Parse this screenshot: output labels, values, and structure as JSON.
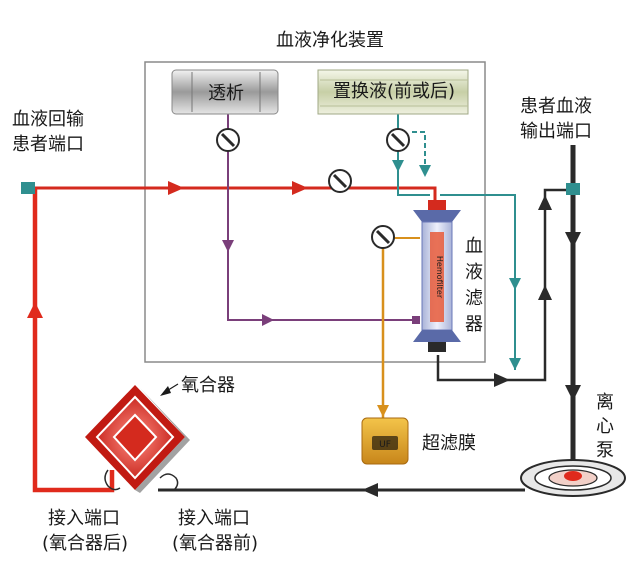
{
  "title": "血液净化装置",
  "labels": {
    "dialysis": "透析",
    "replacement_fluid": "置换液(前或后)",
    "return_port_line1": "血液回输",
    "return_port_line2": "患者端口",
    "output_port_line1": "患者血液",
    "output_port_line2": "输出端口",
    "hemofilter_chars": [
      "血",
      "液",
      "滤",
      "器"
    ],
    "hemofilter_device_text": "Hemofilter",
    "oxygenator": "氧合器",
    "ultrafiltrate_bag_text": "UF",
    "ultrafiltrate": "超滤膜",
    "centrifugal_pump_chars": [
      "离",
      "心",
      "泵"
    ],
    "access_after_line1": "接入端口",
    "access_after_line2": "(氧合器后)",
    "access_before_line1": "接入端口",
    "access_before_line2": "(氧合器前)"
  },
  "colors": {
    "blood_out": "#d42a1e",
    "blood_return": "#e02a1c",
    "dialysate": "#7a3f7a",
    "replacement": "#2f8f8f",
    "ultrafiltrate": "#d8901c",
    "circuit_dark": "#2a2a2a"
  },
  "icons": {
    "clamp": "valve-clamp-icon",
    "filter": "hemofilter-cartridge-icon",
    "oxygenator": "oxygenator-diamond-icon",
    "pump": "centrifugal-pump-icon",
    "uf_bag": "ultrafiltrate-bag-icon"
  }
}
